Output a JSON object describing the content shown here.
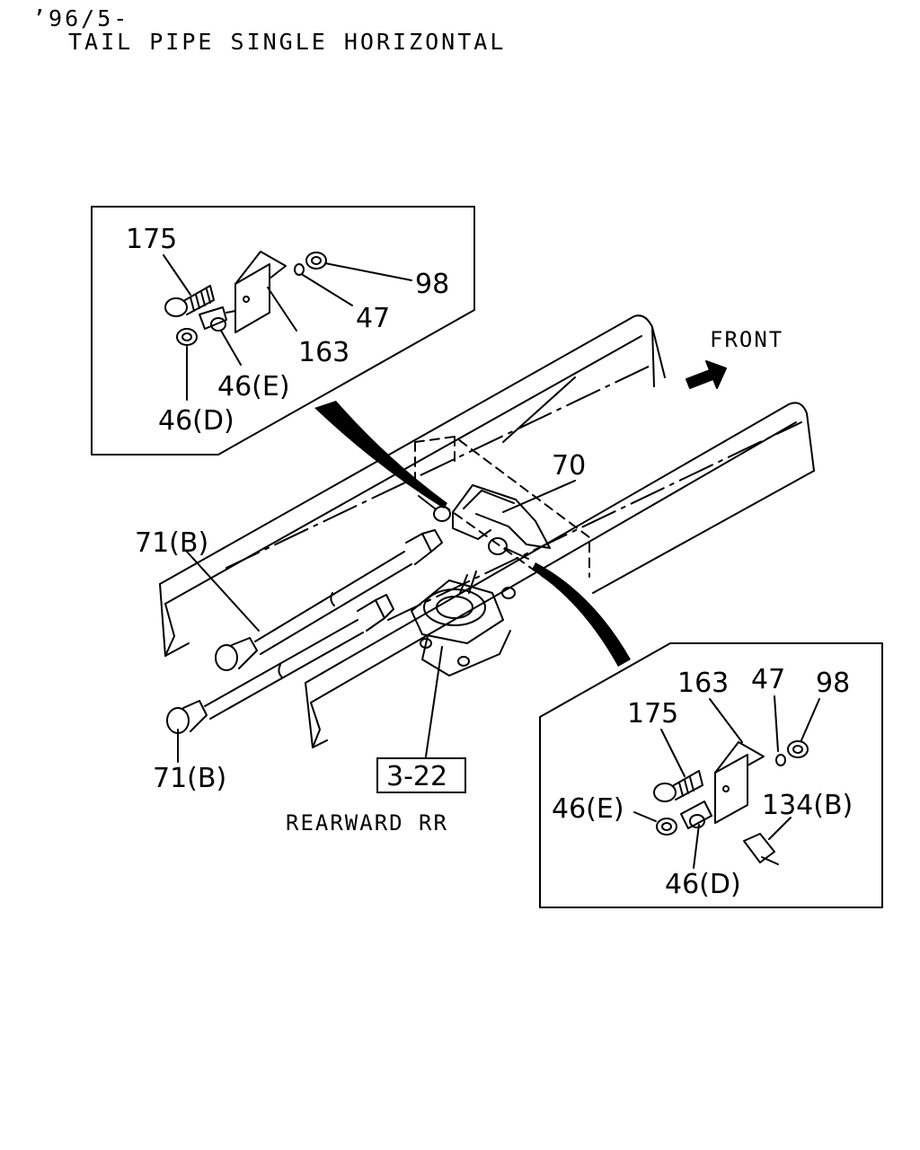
{
  "header": {
    "date_code": "’96/5-",
    "title": "TAIL PIPE SINGLE HORIZONTAL"
  },
  "labels": {
    "front": "FRONT",
    "rearward": "REARWARD RR",
    "ref_box": "3-22",
    "p70": "70",
    "p71_upper": "71(B)",
    "p71_lower": "71(B)",
    "inset1": {
      "p175": "175",
      "p98": "98",
      "p47": "47",
      "p163": "163",
      "p46e": "46(E)",
      "p46d": "46(D)"
    },
    "inset2": {
      "p163": "163",
      "p47": "47",
      "p98": "98",
      "p175": "175",
      "p46e": "46(E)",
      "p134b": "134(B)",
      "p46d": "46(D)"
    }
  }
}
